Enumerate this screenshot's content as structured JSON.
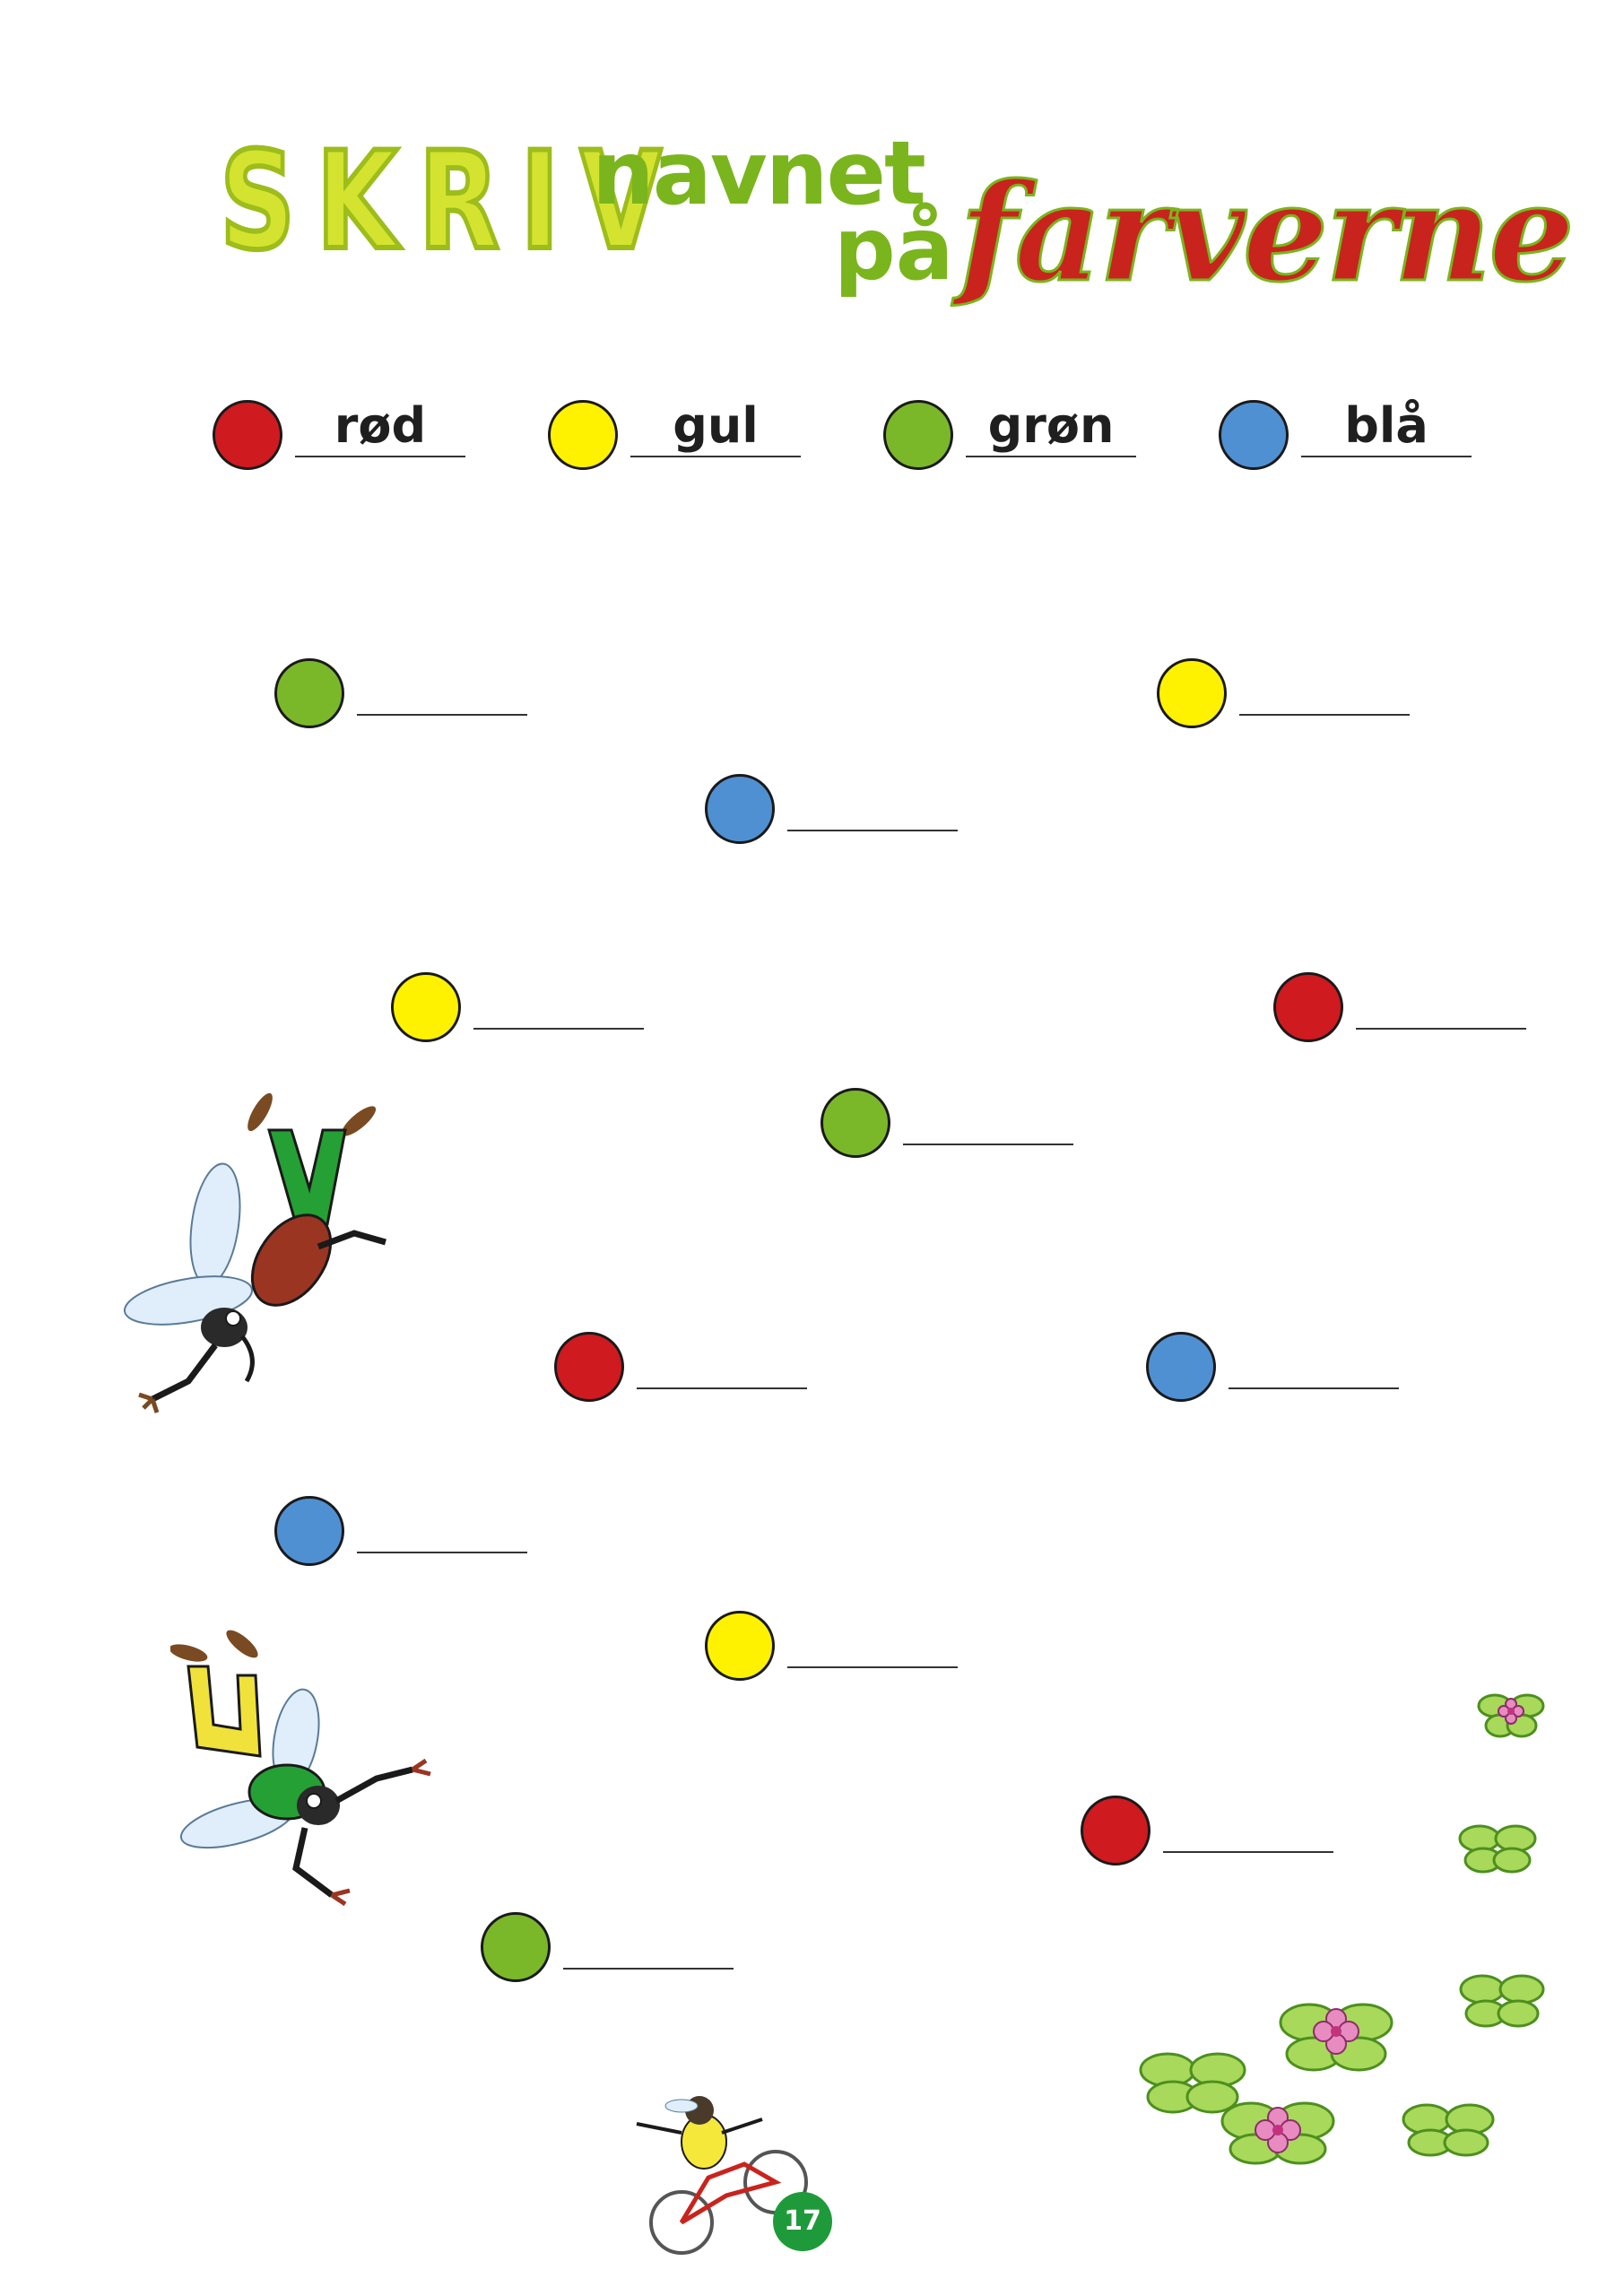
{
  "title": {
    "part1": "SKRIV",
    "part2": "navnet",
    "part3": "på",
    "part4": "farverne"
  },
  "legend": [
    {
      "color": "red",
      "word": "rød"
    },
    {
      "color": "yellow",
      "word": "gul"
    },
    {
      "color": "green",
      "word": "grøn"
    },
    {
      "color": "blue",
      "word": "blå"
    }
  ],
  "colors": {
    "red": "#cf1a1f",
    "yellow": "#fff200",
    "green": "#7ab829",
    "blue": "#4f90d3"
  },
  "exercises": [
    {
      "color": "green"
    },
    {
      "color": "yellow"
    },
    {
      "color": "blue"
    },
    {
      "color": "yellow"
    },
    {
      "color": "red"
    },
    {
      "color": "green"
    },
    {
      "color": "red"
    },
    {
      "color": "blue"
    },
    {
      "color": "blue"
    },
    {
      "color": "yellow"
    },
    {
      "color": "red"
    },
    {
      "color": "green"
    }
  ],
  "page_number": "17",
  "illustrations": [
    "mosquito-green-pants",
    "mosquito-yellow-pants",
    "mosquito-on-bicycle",
    "clover-flowers"
  ]
}
